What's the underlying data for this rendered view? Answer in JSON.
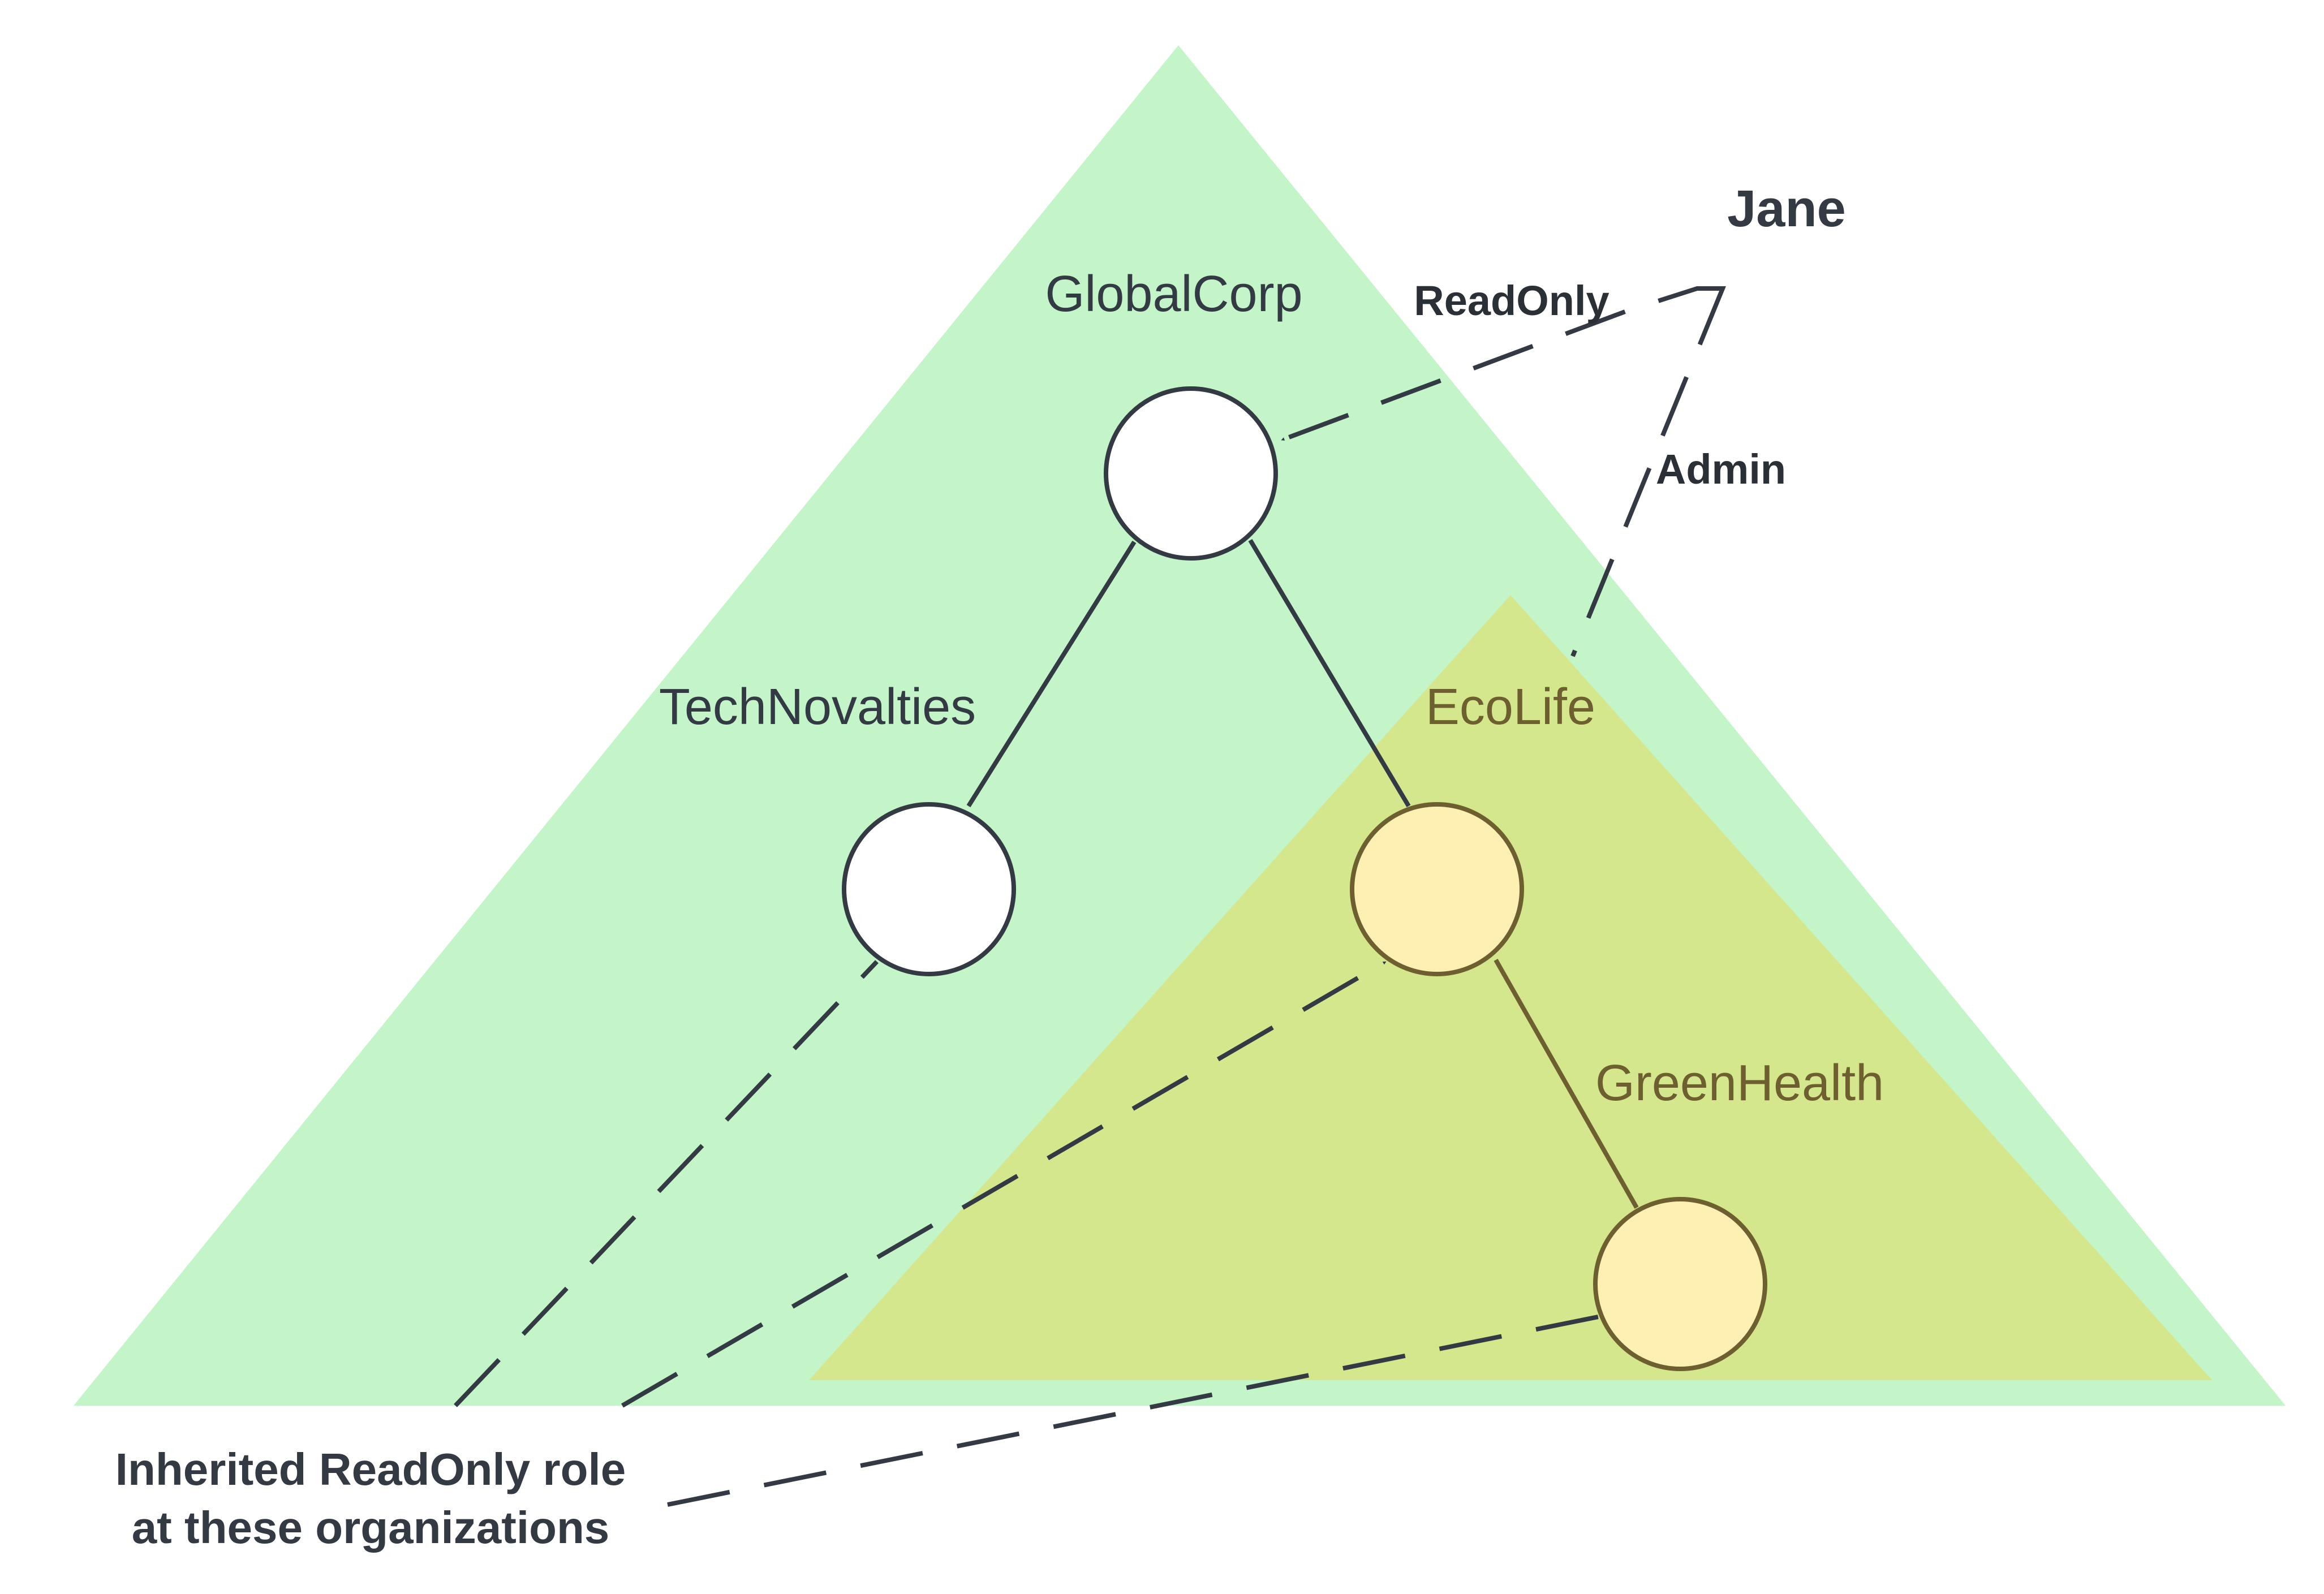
{
  "user": {
    "name": "Jane"
  },
  "organizations": {
    "root": {
      "name": "GlobalCorp"
    },
    "child_left": {
      "name": "TechNovalties"
    },
    "child_right": {
      "name": "EcoLife"
    },
    "grandchild": {
      "name": "GreenHealth"
    }
  },
  "roles": {
    "readonly_label": "ReadOnly",
    "admin_label": "Admin"
  },
  "note": {
    "line1": "Inherited ReadOnly role",
    "line2": "at these organizations"
  },
  "colors": {
    "readonly_scope": "#c3f5c8",
    "admin_scope": "#d5e78c",
    "node_default_fill": "#ffffff",
    "node_default_stroke": "#343a44",
    "node_admin_fill": "#feefb3",
    "node_admin_stroke": "#6e5f30",
    "text_dark": "#343a44",
    "text_olive": "#6e5f30"
  }
}
